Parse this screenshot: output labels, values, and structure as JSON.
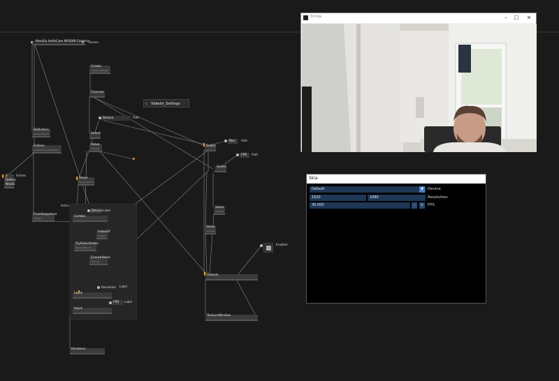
{
  "patch": {
    "nodes": {
      "camera": {
        "label": "NexiGo HelloCam N930W Camera"
      },
      "create": {
        "label": "Create",
        "sub": "VideoIn_Settings"
      },
      "channel": {
        "label": "Channel"
      },
      "select1": {
        "label": "Select"
      },
      "value1": {
        "label": "Value",
        "sub": "Channel"
      },
      "definition": {
        "label": "Definition",
        "sub": "DynamicEnum"
      },
      "entries": {
        "label": "Entries",
        "sub": "DynamicEnumDefinition"
      },
      "define": {
        "label": "Define"
      },
      "nexig": {
        "label": "NexiG"
      },
      "value2": {
        "label": "Value",
        "sub": "DynamicEnum"
      },
      "imgui": {
        "label": "ImGui"
      },
      "fromseq": {
        "label": "FromSequence",
        "sub": "Spread"
      },
      "combo": {
        "label": "Combo"
      },
      "indexof": {
        "label": "IndexOf",
        "sub": "Spread"
      },
      "tryselect": {
        "label": "TrySelectIndex",
        "sub": "DynamicEnum"
      },
      "ensurevalue": {
        "label": "EnsureValue",
        "sub": "Channel"
      },
      "input1": {
        "label": "Input"
      },
      "input2": {
        "label": "Input"
      },
      "renderer": {
        "label": "Renderer"
      },
      "select2": {
        "label": "Select"
      },
      "select3": {
        "label": "Select"
      },
      "value3": {
        "label": "Value",
        "sub": "Channel"
      },
      "value4": {
        "label": "Value",
        "sub": "Channel"
      },
      "videoin": {
        "label": "VideoIn"
      },
      "texturewindow": {
        "label": "TextureWindow"
      }
    },
    "pins": {
      "camera_device": "Device",
      "device_label": "Device",
      "device_path": "Path",
      "res_label": "Res",
      "res_path": "Path",
      "fps_label": "FPS",
      "fps_path": "Path",
      "entries": "Entries",
      "combo_device": "Device",
      "combo_label": "Label",
      "resolution": "Resolution",
      "resolution_label": "Label",
      "fps_io": "FPS",
      "fps_io_label": "Label",
      "enabled": "Enabled"
    },
    "iobox_settings": {
      "number": "4",
      "value": "VideoIn_Settings"
    },
    "define_number": "2"
  },
  "stride": {
    "title": "Stride",
    "controls": {
      "minimize": "–",
      "maximize": "☐",
      "close": "✕"
    }
  },
  "skia": {
    "title": "Skia",
    "device_value": "Default",
    "device_label": "Device",
    "res_w": "1920",
    "res_h": "1080",
    "res_label": "Resolution",
    "fps_value": "30.000",
    "fps_label": "FPS",
    "dropdown_glyph": "▼",
    "minus": "-",
    "plus": "+"
  },
  "colors": {
    "wire": "#888888",
    "field": "#1e3756",
    "pin": "#e0a030"
  }
}
